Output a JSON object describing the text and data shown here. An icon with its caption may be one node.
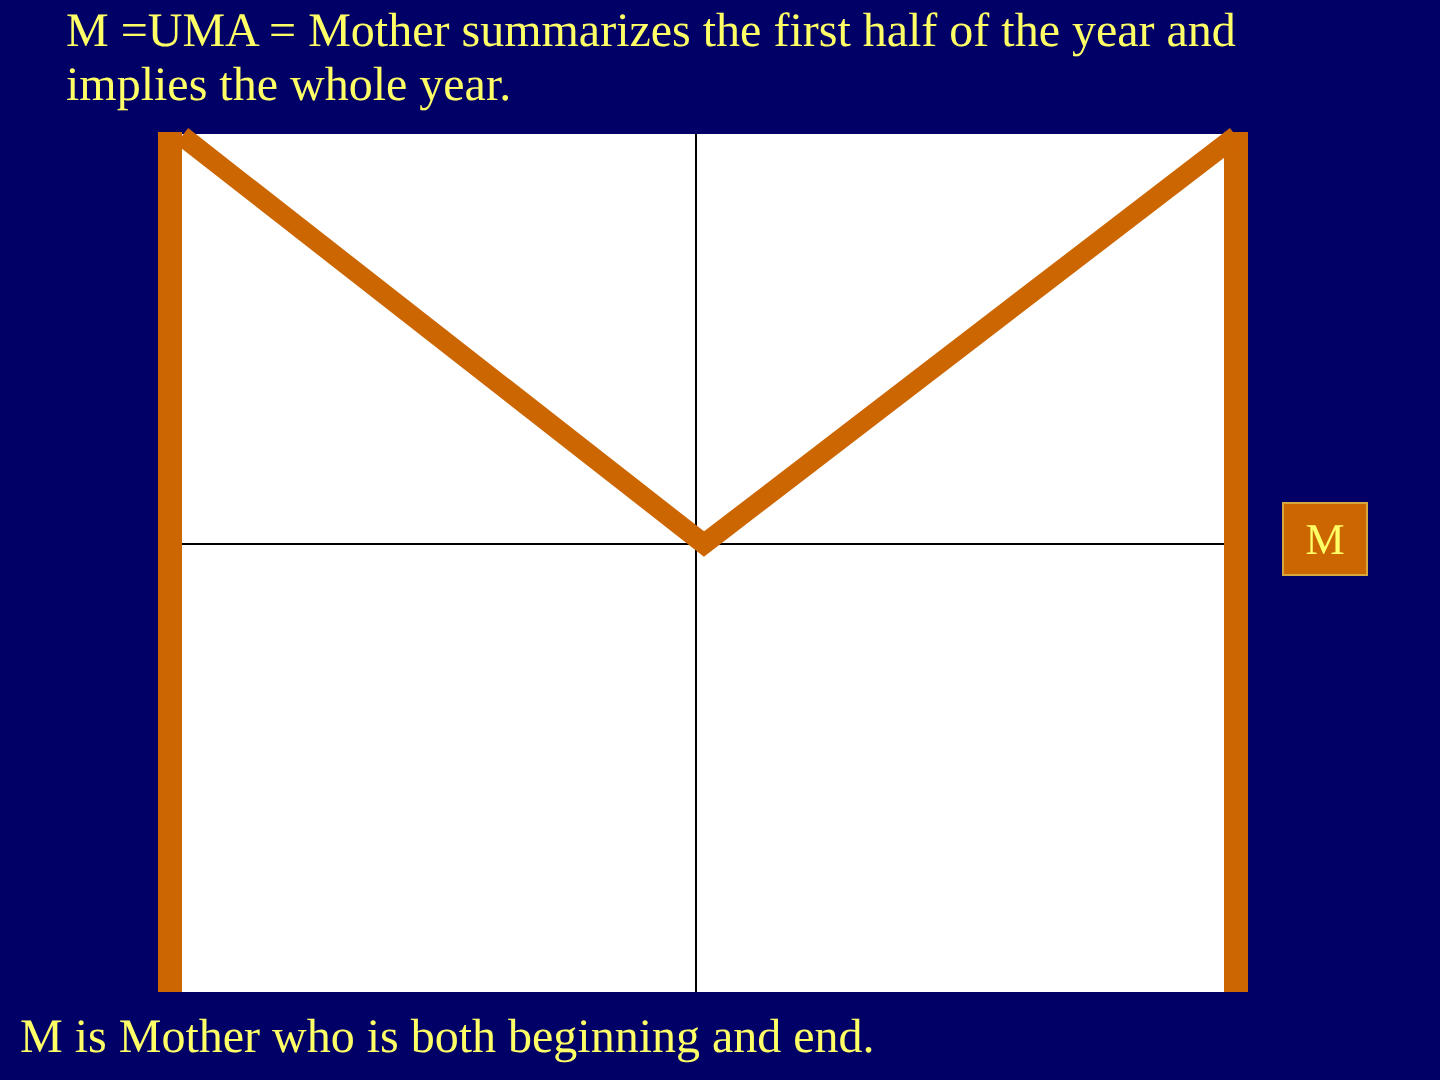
{
  "diagram": {
    "title": "M =UMA = Mother summarizes the first half of the year and implies the whole year.",
    "caption": "M is Mother who is both beginning and end.",
    "nodes": [
      {
        "text": [
          "M"
        ]
      }
    ]
  }
}
